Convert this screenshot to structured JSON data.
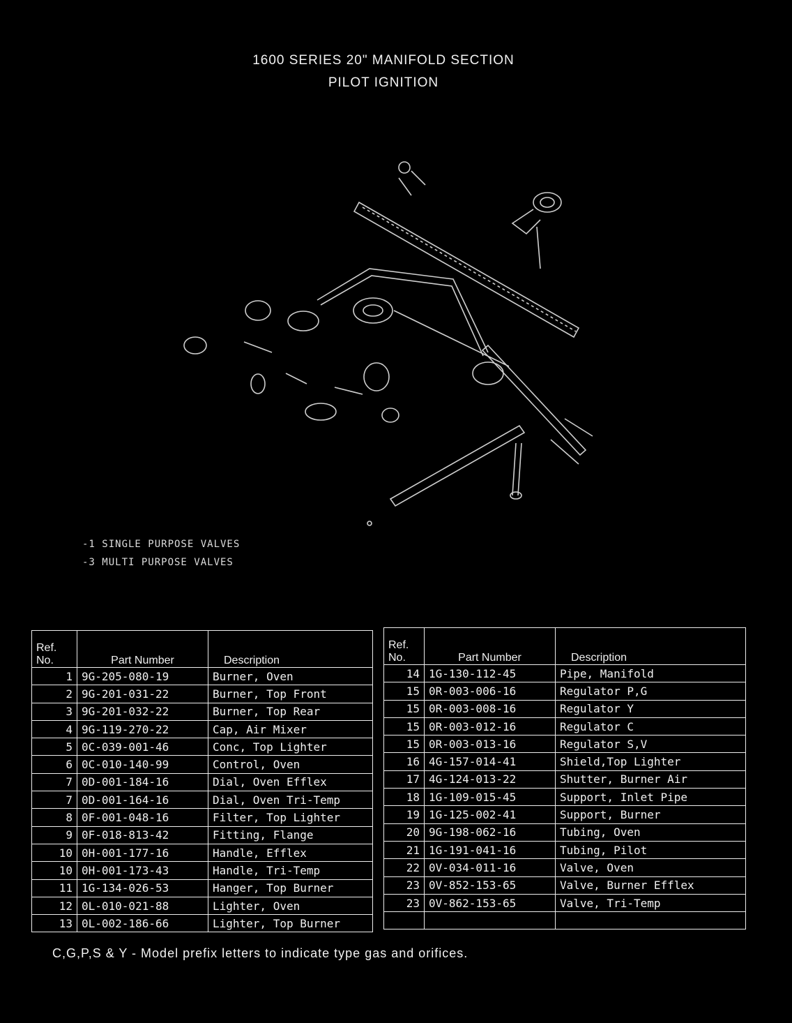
{
  "header": {
    "title": "1600 SERIES 20\" MANIFOLD SECTION",
    "subtitle": "PILOT IGNITION"
  },
  "notes": [
    "-1 SINGLE PURPOSE VALVES",
    "-3 MULTI PURPOSE VALVES"
  ],
  "columns": {
    "ref_line1": "Ref.",
    "ref_line2": "No.",
    "part_number": "Part Number",
    "description": "Description"
  },
  "table_left": [
    {
      "ref": "1",
      "part": "9G-205-080-19",
      "desc": "Burner, Oven"
    },
    {
      "ref": "2",
      "part": "9G-201-031-22",
      "desc": "Burner, Top Front"
    },
    {
      "ref": "3",
      "part": "9G-201-032-22",
      "desc": "Burner, Top Rear"
    },
    {
      "ref": "4",
      "part": "9G-119-270-22",
      "desc": "Cap, Air Mixer"
    },
    {
      "ref": "5",
      "part": "0C-039-001-46",
      "desc": "Conc, Top Lighter"
    },
    {
      "ref": "6",
      "part": "0C-010-140-99",
      "desc": "Control, Oven"
    },
    {
      "ref": "7",
      "part": "0D-001-184-16",
      "desc": "Dial, Oven Efflex"
    },
    {
      "ref": "7",
      "part": "0D-001-164-16",
      "desc": "Dial, Oven Tri-Temp"
    },
    {
      "ref": "8",
      "part": "0F-001-048-16",
      "desc": "Filter, Top Lighter"
    },
    {
      "ref": "9",
      "part": "0F-018-813-42",
      "desc": "Fitting, Flange"
    },
    {
      "ref": "10",
      "part": "0H-001-177-16",
      "desc": "Handle, Efflex"
    },
    {
      "ref": "10",
      "part": "0H-001-173-43",
      "desc": "Handle, Tri-Temp"
    },
    {
      "ref": "11",
      "part": "1G-134-026-53",
      "desc": "Hanger, Top Burner"
    },
    {
      "ref": "12",
      "part": "0L-010-021-88",
      "desc": "Lighter, Oven"
    },
    {
      "ref": "13",
      "part": "0L-002-186-66",
      "desc": "Lighter, Top Burner"
    }
  ],
  "table_right": [
    {
      "ref": "14",
      "part": "1G-130-112-45",
      "desc": "Pipe, Manifold"
    },
    {
      "ref": "15",
      "part": "0R-003-006-16",
      "desc": "Regulator P,G"
    },
    {
      "ref": "15",
      "part": "0R-003-008-16",
      "desc": "Regulator Y"
    },
    {
      "ref": "15",
      "part": "0R-003-012-16",
      "desc": "Regulator C"
    },
    {
      "ref": "15",
      "part": "0R-003-013-16",
      "desc": "Regulator S,V"
    },
    {
      "ref": "16",
      "part": "4G-157-014-41",
      "desc": "Shield,Top Lighter"
    },
    {
      "ref": "17",
      "part": "4G-124-013-22",
      "desc": "Shutter, Burner Air"
    },
    {
      "ref": "18",
      "part": "1G-109-015-45",
      "desc": "Support, Inlet Pipe"
    },
    {
      "ref": "19",
      "part": "1G-125-002-41",
      "desc": "Support, Burner"
    },
    {
      "ref": "20",
      "part": "9G-198-062-16",
      "desc": "Tubing, Oven"
    },
    {
      "ref": "21",
      "part": "1G-191-041-16",
      "desc": "Tubing, Pilot"
    },
    {
      "ref": "22",
      "part": "0V-034-011-16",
      "desc": "Valve, Oven"
    },
    {
      "ref": "23",
      "part": "0V-852-153-65",
      "desc": "Valve, Burner Efflex"
    },
    {
      "ref": "23",
      "part": "0V-862-153-65",
      "desc": "Valve, Tri-Temp"
    },
    {
      "ref": "",
      "part": "",
      "desc": ""
    }
  ],
  "footer": "C,G,P,S & Y - Model prefix letters to indicate type gas and orifices."
}
